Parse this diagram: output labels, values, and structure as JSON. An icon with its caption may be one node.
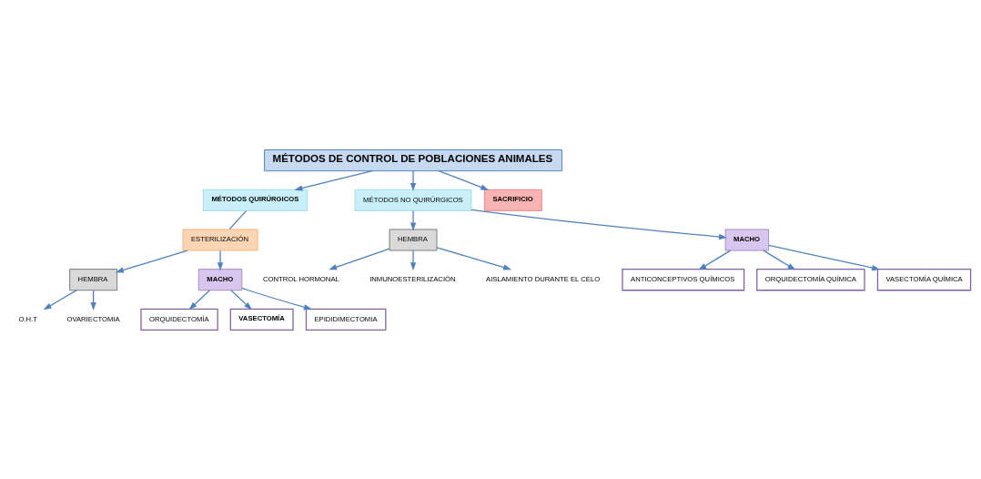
{
  "diagram": {
    "nodes": [
      {
        "text": [
          "MÉTODOS DE CONTROL DE POBLACIONES ANIMALES"
        ]
      },
      {
        "text": [
          "MÉTODOS QUIRÚRGICOS"
        ]
      },
      {
        "text": [
          "MÉTODOS NO QUIRÚRGICOS"
        ]
      },
      {
        "text": [
          "SACRIFICIO"
        ]
      },
      {
        "text": [
          "ESTERILIZACIÓN"
        ]
      },
      {
        "text": [
          "HEMBRA"
        ]
      },
      {
        "text": [
          "MACHO"
        ]
      },
      {
        "text": [
          "O.H.T"
        ]
      },
      {
        "text": [
          "OVARIECTOMIA"
        ]
      },
      {
        "text": [
          "ORQUIDECTOMÍA"
        ]
      },
      {
        "text": [
          "VASECTOMÍA"
        ]
      },
      {
        "text": [
          "EPIDIDIMECTOMIA"
        ]
      },
      {
        "text": [
          "HEMBRA"
        ]
      },
      {
        "text": [
          "MACHO"
        ]
      },
      {
        "text": [
          "CONTROL HORMONAL"
        ]
      },
      {
        "text": [
          "INMUNOESTERILIZACIÓN"
        ]
      },
      {
        "text": [
          "AISLAMIENTO DURANTE EL CELO"
        ]
      },
      {
        "text": [
          "ANTICONCEPTIVOS QUÍMICOS"
        ]
      },
      {
        "text": [
          "ORQUIDECTOMÍA QUÍMICA"
        ]
      },
      {
        "text": [
          "VASECTOMÍA QUÍMICA"
        ]
      }
    ],
    "edges": [
      {
        "from": 0,
        "to": 1,
        "arrow": "to"
      },
      {
        "from": 0,
        "to": 2,
        "arrow": "to"
      },
      {
        "from": 0,
        "to": 3,
        "arrow": "to"
      },
      {
        "from": 1,
        "to": 4,
        "arrow": "none"
      },
      {
        "from": 4,
        "to": 5,
        "arrow": "to"
      },
      {
        "from": 4,
        "to": 6,
        "arrow": "to"
      },
      {
        "from": 5,
        "to": 7,
        "arrow": "to"
      },
      {
        "from": 5,
        "to": 8,
        "arrow": "to"
      },
      {
        "from": 6,
        "to": 9,
        "arrow": "to"
      },
      {
        "from": 6,
        "to": 10,
        "arrow": "to"
      },
      {
        "from": 6,
        "to": 11,
        "arrow": "to"
      },
      {
        "from": 2,
        "to": 12,
        "arrow": "to"
      },
      {
        "from": 2,
        "to": 13,
        "arrow": "to"
      },
      {
        "from": 12,
        "to": 14,
        "arrow": "to"
      },
      {
        "from": 12,
        "to": 15,
        "arrow": "to"
      },
      {
        "from": 12,
        "to": 16,
        "arrow": "to"
      },
      {
        "from": 13,
        "to": 17,
        "arrow": "to"
      },
      {
        "from": 13,
        "to": 18,
        "arrow": "to"
      },
      {
        "from": 13,
        "to": 19,
        "arrow": "to"
      }
    ]
  }
}
